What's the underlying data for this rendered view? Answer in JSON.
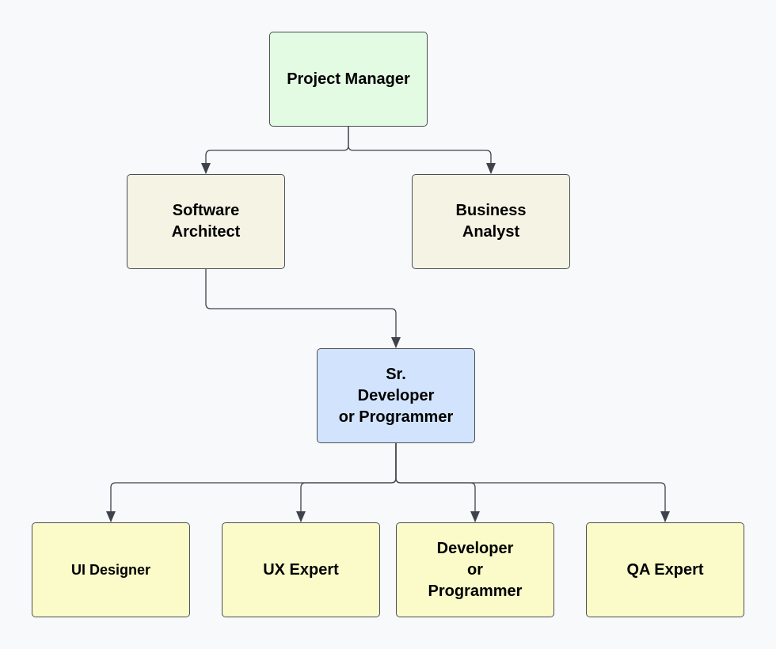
{
  "diagram": {
    "colors": {
      "connector": "#3e434b",
      "node_border": "#4a4e55",
      "background": "#f8f9fb"
    },
    "nodes": [
      {
        "id": "project-manager",
        "label": "Project Manager",
        "fill": "#e3fae3"
      },
      {
        "id": "software-architect",
        "label": "Software\nArchitect",
        "fill": "#f5f3e4"
      },
      {
        "id": "business-analyst",
        "label": "Business\nAnalyst",
        "fill": "#f5f3e4"
      },
      {
        "id": "sr-developer",
        "label": "Sr.\nDeveloper\nor Programmer",
        "fill": "#d2e4fd"
      },
      {
        "id": "ui-designer",
        "label": "UI Designer",
        "fill": "#fafbc9"
      },
      {
        "id": "ux-expert",
        "label": "UX Expert",
        "fill": "#fafbc9"
      },
      {
        "id": "developer",
        "label": "Developer\nor\nProgrammer",
        "fill": "#fafbc9"
      },
      {
        "id": "qa-expert",
        "label": "QA Expert",
        "fill": "#fafbc9"
      }
    ],
    "edges": [
      {
        "from": "project-manager",
        "to": "software-architect"
      },
      {
        "from": "project-manager",
        "to": "business-analyst"
      },
      {
        "from": "software-architect",
        "to": "sr-developer"
      },
      {
        "from": "sr-developer",
        "to": "ui-designer"
      },
      {
        "from": "sr-developer",
        "to": "ux-expert"
      },
      {
        "from": "sr-developer",
        "to": "developer"
      },
      {
        "from": "sr-developer",
        "to": "qa-expert"
      }
    ]
  }
}
